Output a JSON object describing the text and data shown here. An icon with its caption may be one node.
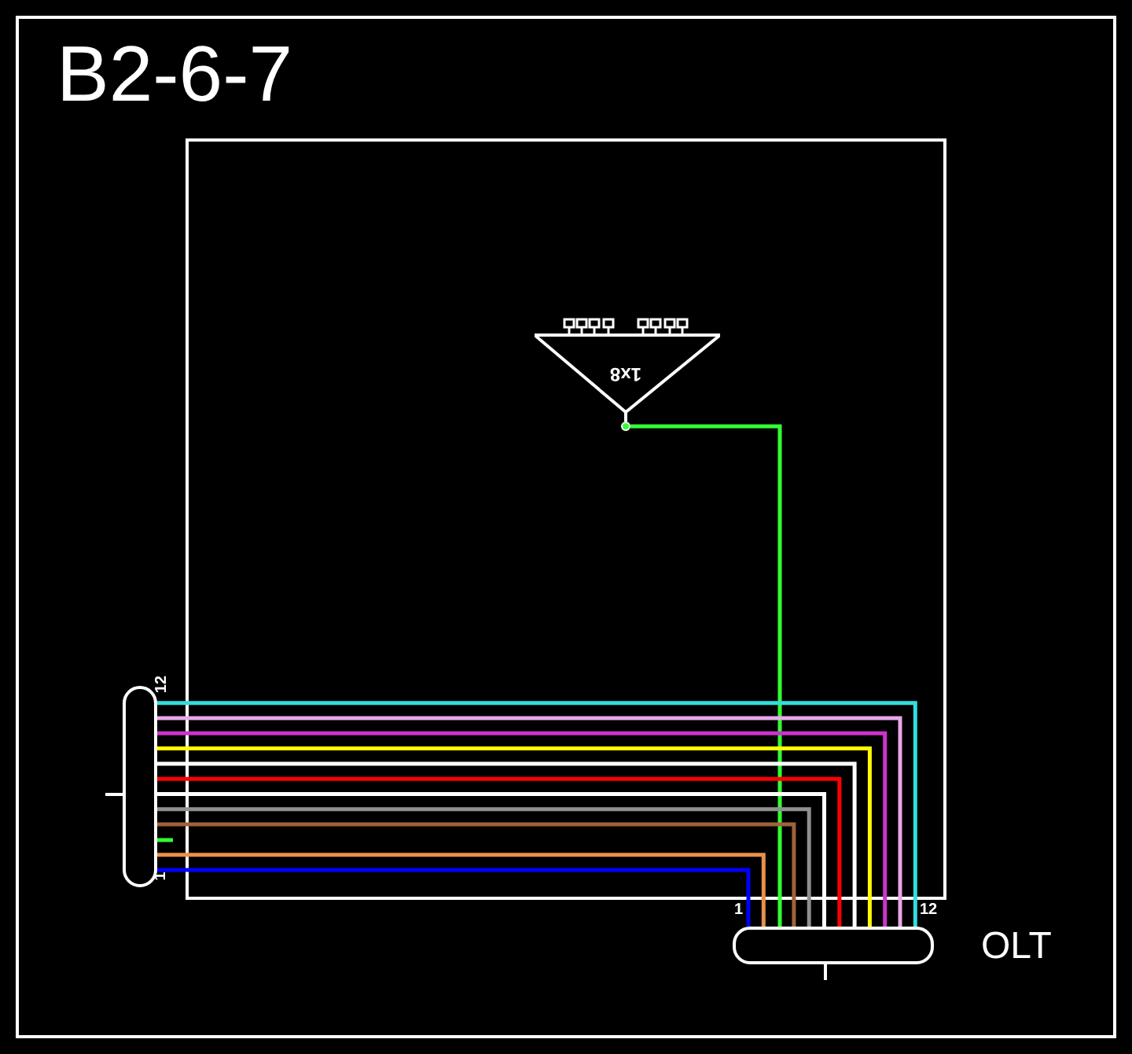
{
  "diagram": {
    "title": "B2-6-7",
    "nodes": [
      {
        "text": [],
        "shape": "box"
      },
      {
        "text": [
          "1x8"
        ],
        "in": 0
      },
      {
        "text": [],
        "shape": "bar"
      },
      {
        "text": [
          "OLT"
        ]
      }
    ],
    "edges": [
      {
        "from": 2,
        "to": 3,
        "arrow": "none",
        "color": "#0000ff"
      },
      {
        "from": 2,
        "to": 3,
        "arrow": "none",
        "color": "#e8904a"
      },
      {
        "from": 3,
        "to": 1,
        "arrow": "none",
        "color": "#33ff33"
      },
      {
        "from": 2,
        "to": null,
        "arrow": "none",
        "color": "#33ff33"
      },
      {
        "from": 2,
        "to": 3,
        "arrow": "none",
        "color": "#a0623a"
      },
      {
        "from": 2,
        "to": 3,
        "arrow": "none",
        "color": "#909090"
      },
      {
        "from": 2,
        "to": 3,
        "arrow": "none",
        "color": "#ffffff"
      },
      {
        "from": 2,
        "to": 3,
        "arrow": "none",
        "color": "#ff0000"
      },
      {
        "from": 2,
        "to": 3,
        "arrow": "none",
        "color": "#ffffff"
      },
      {
        "from": 2,
        "to": 3,
        "arrow": "none",
        "color": "#ffff00"
      },
      {
        "from": 2,
        "to": 3,
        "arrow": "none",
        "color": "#cc33cc"
      },
      {
        "from": 2,
        "to": 3,
        "arrow": "none",
        "color": "#e8a8e8"
      },
      {
        "from": 2,
        "to": 3,
        "arrow": "none",
        "color": "#33dddd"
      }
    ],
    "labels": [
      "12",
      "1",
      "1",
      "12"
    ]
  }
}
